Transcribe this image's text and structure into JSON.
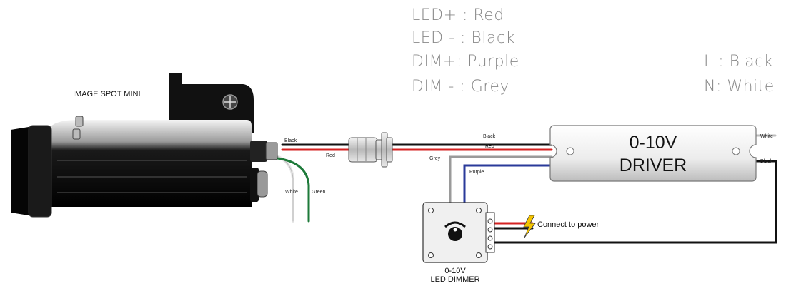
{
  "legend_left": [
    "LED+ :  Red",
    "LED - :  Black",
    "DIM+: Purple",
    "DIM - :  Grey"
  ],
  "legend_right": [
    "L : Black",
    "N: White"
  ],
  "fixture": {
    "label": "IMAGE SPOT MINI"
  },
  "driver": {
    "line1": "0-10V",
    "line2": "DRIVER"
  },
  "dimmer": {
    "line1": "0-10V",
    "line2": "LED DIMMER"
  },
  "wire_labels": {
    "black_fixture": "Black",
    "red_fixture": "Red",
    "white_fixture": "White",
    "green_fixture": "Green",
    "black_driver": "Black",
    "red_driver": "Red",
    "grey": "Grey",
    "purple": "Purple",
    "white_out": "White",
    "black_out": "Black"
  },
  "power_label": "Connect to power",
  "colors": {
    "black": "#111111",
    "red": "#d42222",
    "grey": "#9a9a9a",
    "purple": "#2a3a9a",
    "green": "#1e7a3a",
    "white_wire": "#e6e6e6",
    "bolt": "#f5c400"
  }
}
